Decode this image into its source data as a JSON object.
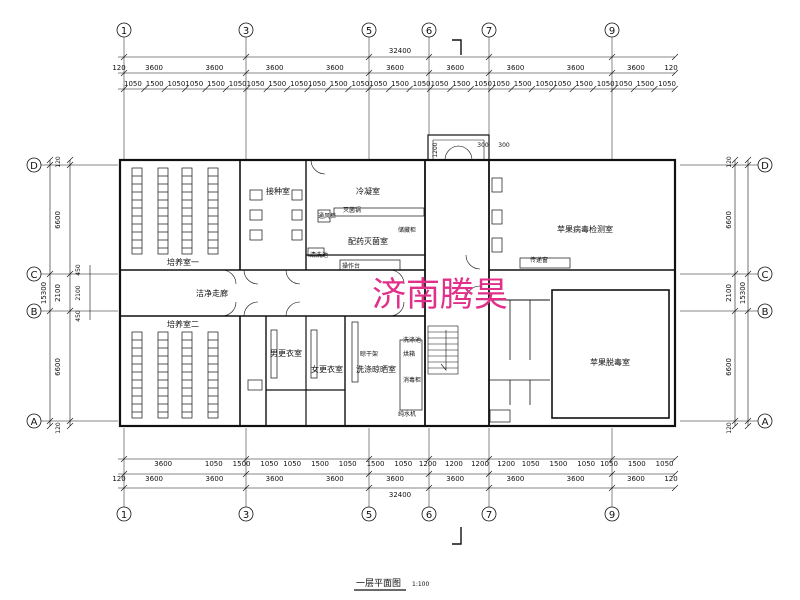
{
  "axes": {
    "top": [
      "1",
      "3",
      "5",
      "6",
      "7",
      "9"
    ],
    "bottom": [
      "1",
      "3",
      "5",
      "6",
      "7",
      "9"
    ],
    "left": [
      "D",
      "C",
      "B",
      "A"
    ],
    "right": [
      "D",
      "C",
      "B",
      "A"
    ]
  },
  "dimensions": {
    "total_width": "32400",
    "top_row1": [
      "120",
      "3600",
      "3600",
      "3600",
      "3600",
      "3600",
      "3600",
      "3600",
      "3600",
      "3600",
      "120"
    ],
    "top_row2": [
      "1050",
      "1500",
      "1050",
      "1050",
      "1500",
      "1050",
      "1050",
      "1500",
      "1050",
      "1050",
      "1500",
      "1050",
      "1050",
      "1500",
      "1050",
      "1050",
      "1500",
      "1050",
      "1050",
      "1500",
      "1050",
      "1050",
      "1500",
      "1050",
      "1050",
      "1500",
      "1050"
    ],
    "bottom_row1": [
      "3600",
      "1050",
      "1500",
      "1050",
      "1050",
      "1500",
      "1050",
      "1500",
      "1050",
      "1200",
      "1200",
      "1200",
      "1200",
      "1050",
      "1500",
      "1050",
      "1050",
      "1500",
      "1050"
    ],
    "bottom_row2": [
      "120",
      "3600",
      "3600",
      "3600",
      "3600",
      "3600",
      "3600",
      "3600",
      "3600",
      "3600",
      "120"
    ],
    "entrance": [
      "1200",
      "300",
      "300"
    ],
    "left_outer": [
      "120",
      "6600",
      "2100",
      "6600",
      "120"
    ],
    "left_total": "15300",
    "left_inner": [
      "450",
      "2100",
      "450"
    ],
    "right_outer": [
      "120",
      "6600",
      "2100",
      "6600",
      "120"
    ],
    "right_total": "15300"
  },
  "rooms": {
    "culture_1": "培养室一",
    "culture_2": "培养室二",
    "reception": "接种室",
    "cold": "冷凝室",
    "dispense": "配药灭菌室",
    "corridor": "洁净走廊",
    "gown_m": "男更衣室",
    "gown_f": "女更衣室",
    "wash": "洗涤晾晒室",
    "virus": "苹果病毒检测室",
    "detox": "苹果脱毒室"
  },
  "equipment": {
    "autoclave": "灭菌锅",
    "bench": "操作台",
    "cabinet": "储藏柜",
    "hood": "通风柜",
    "sink": "洗涤池",
    "shelf": "晾干架",
    "dryer": "烘箱",
    "sanitizer": "消毒柜",
    "pure_water": "纯水机",
    "pass": "传递窗",
    "water": "清洗池"
  },
  "watermark": "济南腾昊",
  "caption": {
    "title": "一层平面图",
    "scale": "1:100"
  }
}
